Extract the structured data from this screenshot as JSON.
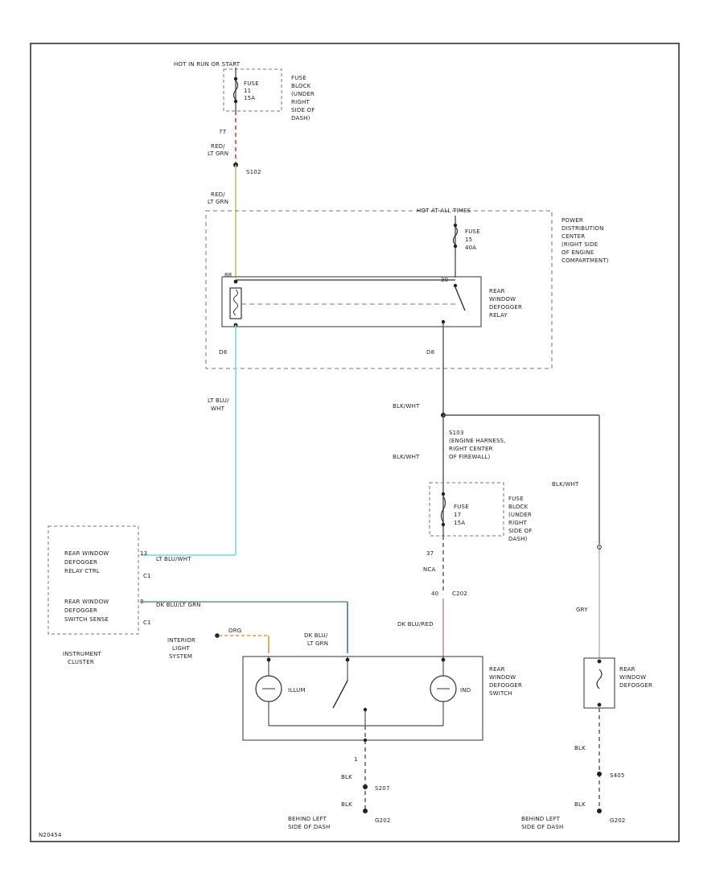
{
  "labels": {
    "hot_run_start": "HOT IN RUN OR START",
    "fuse_top_line1": "FUSE",
    "fuse_top_line2": "11",
    "fuse_top_line3": "15A",
    "fuse_block_top": [
      "FUSE",
      "BLOCK",
      "(UNDER",
      "RIGHT",
      "SIDE OF",
      "DASH)"
    ],
    "wire_top_num": "77",
    "wire_top_color": [
      "RED/",
      "LT GRN"
    ],
    "splice_s102": "S102",
    "wire_relay_in": [
      "RED/",
      "LT GRN"
    ],
    "hot_all_times": "HOT AT ALL TIMES",
    "fuse_pdc_line1": "FUSE",
    "fuse_pdc_line2": "15",
    "fuse_pdc_line3": "40A",
    "pdc": [
      "POWER",
      "DISTRIBUTION",
      "CENTER",
      "(RIGHT SIDE",
      "OF ENGINE",
      "COMPARTMENT)"
    ],
    "relay": [
      "REAR",
      "WINDOW",
      "DEFOGGER",
      "RELAY"
    ],
    "pin_left_top": "88",
    "pin_right_top": "30",
    "pin_left_bottom": "D8",
    "pin_right_bottom": "D8",
    "wire_ltblu": [
      "LT BLU/",
      "WHT"
    ],
    "wire_blkwht_1": "BLK/WHT",
    "s103": [
      "S103",
      "(ENGINE HARNESS,",
      "RIGHT CENTER",
      "OF FIREWALL)"
    ],
    "wire_blkwht_2": "BLK/WHT",
    "wire_blkwht_3": "BLK/WHT",
    "fuse_mid_line1": "FUSE",
    "fuse_mid_line2": "17",
    "fuse_mid_line3": "15A",
    "fuse_block_mid": [
      "FUSE",
      "BLOCK",
      "(UNDER",
      "RIGHT",
      "SIDE OF",
      "DASH)"
    ],
    "wire_mid_num": "37",
    "wire_mid_nca": "NCA",
    "wire_40": "40",
    "connector_c202": "C202",
    "wire_dkblured": "DK BLU/RED",
    "cluster_relay_ctrl": [
      "REAR WINDOW",
      "DEFOGGER",
      "RELAY CTRL"
    ],
    "cluster_switch_sense": [
      "REAR WINDOW",
      "DEFOGGER",
      "SWITCH SENSE"
    ],
    "c1a": "C1",
    "c1b": "C1",
    "cluster_pin_a": "13",
    "cluster_pin_b": "8",
    "wire_ltbluwht_h": "LT BLU/WHT",
    "wire_dkblu_ltgrn_h": "DK BLU/LT GRN",
    "instrument_cluster": [
      "INSTRUMENT",
      "CLUSTER"
    ],
    "interior_light": [
      "INTERIOR",
      "LIGHT",
      "SYSTEM"
    ],
    "wire_org": "ORG",
    "wire_dkblu_ltgrn_v": [
      "DK BLU/",
      "LT GRN"
    ],
    "illum": "ILLUM",
    "ind": "IND",
    "switch_label": [
      "REAR",
      "WINDOW",
      "DEFOGGER",
      "SWITCH"
    ],
    "wire_gry": "GRY",
    "defogger": [
      "REAR",
      "WINDOW",
      "DEFOGGER"
    ],
    "wire_blk_l1": "BLK",
    "wire_blk_l2": "BLK",
    "s207": "S207",
    "g202_l": "G202",
    "behind_l": [
      "BEHIND LEFT",
      "SIDE OF DASH"
    ],
    "wire_blk_r1": "BLK",
    "wire_blk_r2": "BLK",
    "s405": "S405",
    "g202_r": "G202",
    "behind_r": [
      "BEHIND LEFT",
      "SIDE OF DASH"
    ],
    "pin_1": "1",
    "footer": "N20454"
  },
  "colors": {
    "frame": "#333333",
    "wire_default": "#555555",
    "wire_red": "#e03a3a",
    "wire_red_ltgrn": "#c8c87a",
    "wire_ltblu": "#7fe3e3",
    "wire_dkblu_ltgrn": "#5aa07a",
    "wire_blue": "#4a6ad8",
    "wire_org": "#e89a3a",
    "wire_pink": "#d88aa0",
    "wire_gry": "#bbbbbb"
  }
}
